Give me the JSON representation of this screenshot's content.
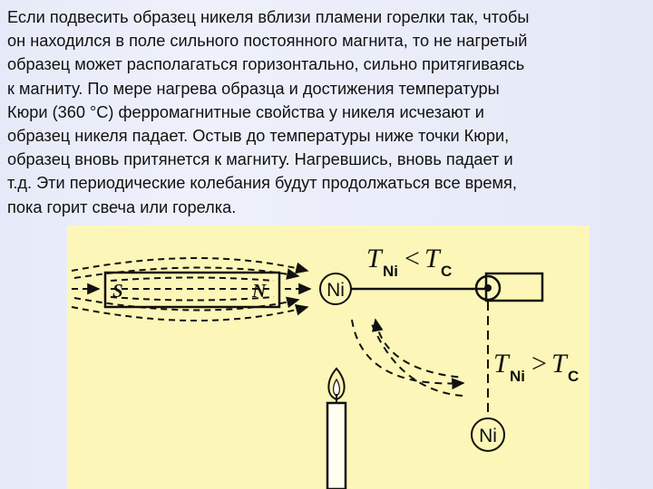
{
  "text": {
    "lines": [
      "Если подвесить образец никеля вблизи пламени горелки так, чтобы",
      "он находился в поле сильного постоянного магнита, то не нагретый",
      "образец может располагаться горизонтально, сильно притягиваясь",
      "к магниту. По мере нагрева образца и достижения температуры",
      "Кюри (360 °C) ферромагнитные свойства у никеля исчезают и",
      "образец никеля падает. Остыв до температуры ниже точки Кюри,",
      "образец вновь притянется к магниту. Нагревшись, вновь падает и",
      "т.д. Эти периодические колебания будут продолжаться все время,",
      "пока горит свеча или горелка."
    ]
  },
  "diagram": {
    "magnet_south": "S",
    "magnet_north": "N",
    "sample_top": "Ni",
    "sample_bottom": "Ni",
    "condition_top": {
      "T": "T",
      "sub_ni": "Ni",
      "op": "<",
      "T2": "T",
      "sub_c": "C"
    },
    "condition_bottom": {
      "T": "T",
      "sub_ni": "Ni",
      "op": ">",
      "T2": "T",
      "sub_c": "C"
    },
    "colors": {
      "figure_bg": "#fcf7b8",
      "ink": "#111111",
      "flame": "#fff2b0"
    },
    "icons": [
      "magnet",
      "field-lines",
      "nickel-sample",
      "pivot",
      "candle",
      "flame"
    ]
  }
}
